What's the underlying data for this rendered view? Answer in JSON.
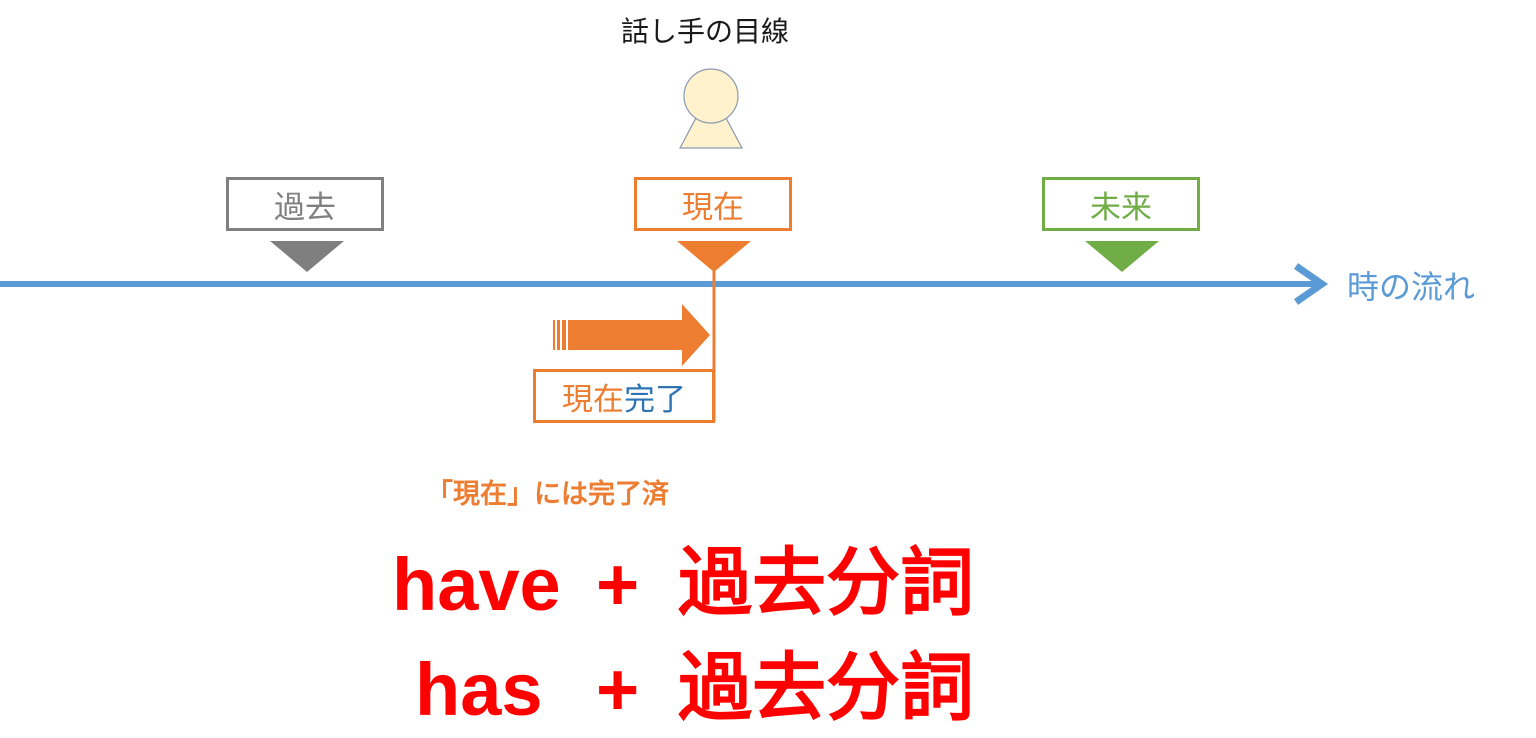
{
  "title": "話し手の目線",
  "timeline": {
    "past": "過去",
    "present": "現在",
    "future": "未来",
    "flow_label": "時の流れ"
  },
  "present_perfect": {
    "part1": "現在",
    "part2": "完了"
  },
  "note": "「現在」には完了済",
  "formulas": [
    {
      "subject": "have",
      "plus": "+",
      "object": "過去分詞"
    },
    {
      "subject": "has",
      "plus": "+",
      "object": "過去分詞"
    }
  ],
  "colors": {
    "axis": "#5b9bd5",
    "past": "#808080",
    "present": "#ed7d31",
    "future": "#70ad47",
    "emphasis": "#ff0000",
    "blue_text": "#2e75b6"
  },
  "icons": {
    "speaker": "person-icon",
    "arrow": "right-arrow-icon"
  }
}
